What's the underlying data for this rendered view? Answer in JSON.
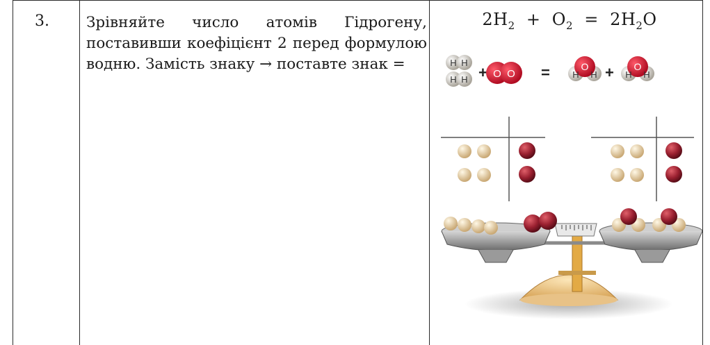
{
  "row": {
    "number": "3.",
    "task_text": "Зрівняйте число атомів Гідрогену, поставивши коефіцієнт 2 перед формулою водню. Замість знаку → поставте знак ="
  },
  "equation": {
    "coef_h2": "2",
    "h2_base": "H",
    "h2_sub": "2",
    "plus": "+",
    "o2_base": "O",
    "o2_sub": "2",
    "equals": "=",
    "coef_h2o": "2",
    "h2o_h": "H",
    "h2o_sub": "2",
    "h2o_o": "O"
  },
  "molecules": {
    "h_label": "H",
    "o_label": "O",
    "plus": "+",
    "equals": "="
  },
  "colors": {
    "hydrogen": "#d9d4c9",
    "oxygen": "#c8142b",
    "oxygen_ball": "#8e1f2a",
    "hydrogen_ball": "#e4d2a6",
    "scale_gold": "#d9a65a"
  }
}
